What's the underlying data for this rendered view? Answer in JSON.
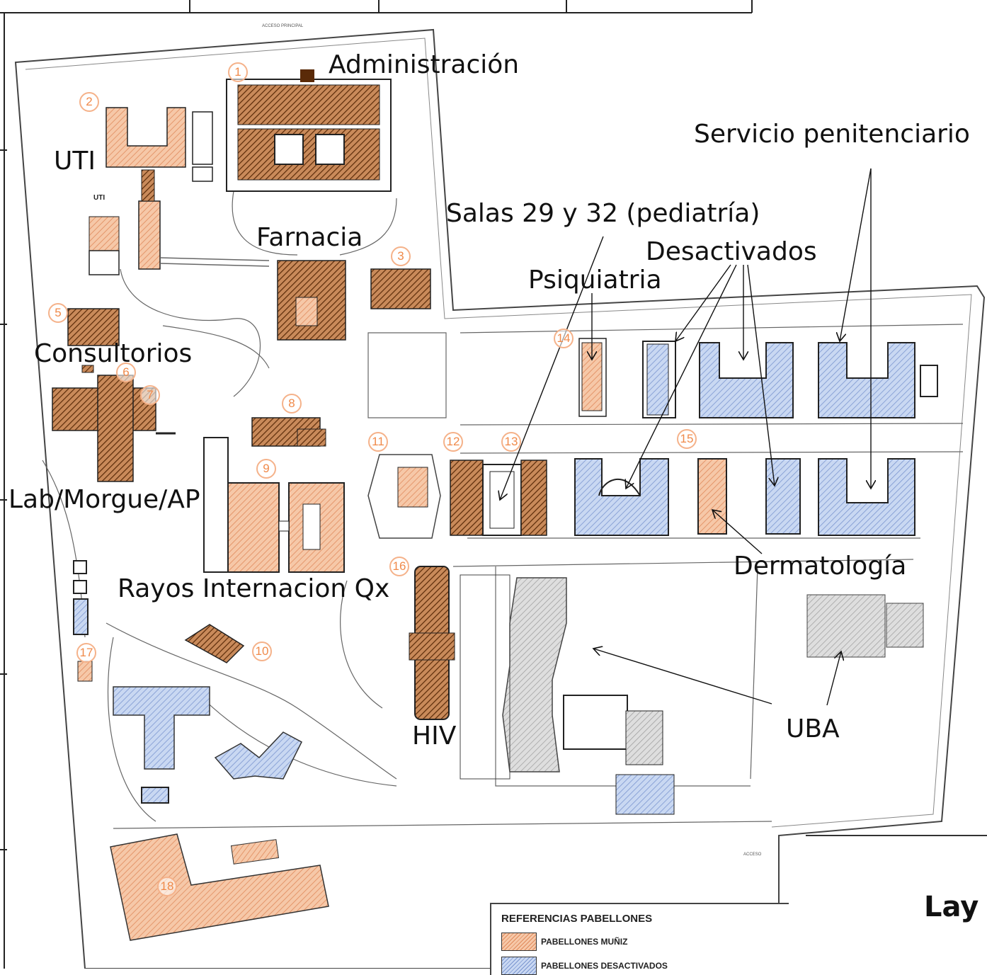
{
  "labels": {
    "administracion": "Administración",
    "uti": "UTI",
    "farnacia": "Farnacia",
    "consultorios": "Consultorios",
    "lab_morgue": "Lab/Morgue/AP",
    "rayos": "Rayos Internacion Qx",
    "hiv": "HIV",
    "uba": "UBA",
    "salas": "Salas 29 y 32 (pediatría)",
    "desactivados": "Desactivados",
    "psiquiatria": "Psiquiatria",
    "servicio": "Servicio penitenciario",
    "dermatologia": "Dermatología",
    "layout_title": "Lay"
  },
  "small_text": {
    "uti_small": "UTI",
    "acceso_principal": "ACCESO PRINCIPAL",
    "acceso": "ACCESO"
  },
  "legend": {
    "title": "REFERENCIAS PABELLONES",
    "muniz": "PABELLONES MUÑIZ",
    "desactivados": "PABELLONES DESACTIVADOS"
  },
  "pavilion_numbers": [
    "1",
    "2",
    "3",
    "5",
    "6",
    "7",
    "8",
    "9",
    "10",
    "11",
    "12",
    "13",
    "14",
    "15",
    "16",
    "17",
    "18"
  ],
  "colors": {
    "muniz_fill": "#f6c8a8",
    "muniz_hatch": "#e08a5c",
    "desactivado_fill": "#c9d8f2",
    "desactivado_hatch": "#7b96d0",
    "dark_building": "#8a4a1c",
    "uba_gray": "#cfcfcf",
    "number_orange": "#f08a4a"
  }
}
